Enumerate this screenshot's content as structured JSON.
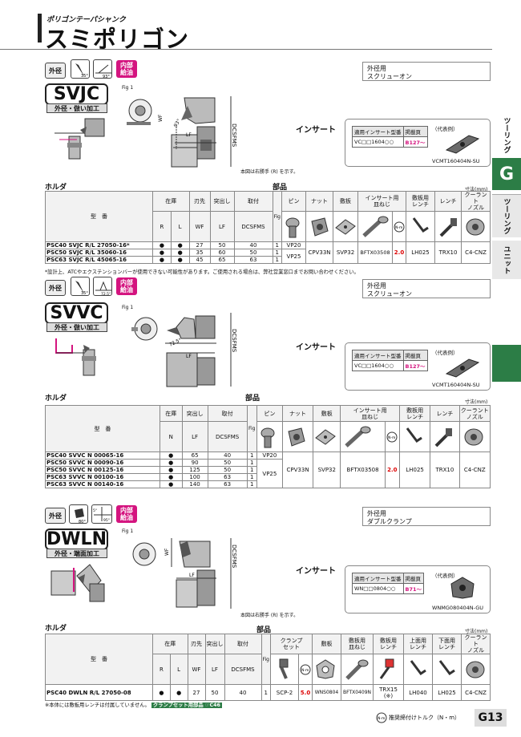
{
  "header": {
    "subtitle": "ポリゴンテーパシャンク",
    "title": "スミポリゴン"
  },
  "sidebar": {
    "tab1": "ツーリング",
    "letter": "G",
    "tab2": "ツーリング",
    "tab3": "ユニット"
  },
  "sections": [
    {
      "code": "SVJC",
      "sub": "外径・倣い加工",
      "chip1": "外径",
      "chip2": "内部\n給油",
      "angle": "35°",
      "approach": "93°",
      "fig": "Fig 1",
      "desc1": "外径用",
      "desc2": "スクリューオン",
      "insert_label": "インサート",
      "ins_h1": "適用インサート型番",
      "ins_h2": "掲載頁",
      "ins_code": "VC□□1604○○",
      "ins_page": "B127～",
      "example": "（代表例）",
      "example_code": "VCMT160404N-SU",
      "note_right": "本図は右勝手 (R) を示す。",
      "dims": {
        "dcsfms": "DCSFMS",
        "wf": "WF",
        "lf": "LF",
        "ang": "93°"
      }
    },
    {
      "code": "SVVC",
      "sub": "外径・倣い加工",
      "chip1": "外径",
      "chip2": "内部\n給油",
      "angle": "35°",
      "approach": "72.5°",
      "fig": "Fig 1",
      "desc1": "外径用",
      "desc2": "スクリューオン",
      "insert_label": "インサート",
      "ins_h1": "適用インサート型番",
      "ins_h2": "掲載頁",
      "ins_code": "VC□□1604○○",
      "ins_page": "B127～",
      "example": "（代表例）",
      "example_code": "VCMT160404N-SU",
      "dims": {
        "dcsfms": "DCSFMS",
        "lf": "LF",
        "ang": "72.5°"
      }
    },
    {
      "code": "DWLN",
      "sub": "外径・端面加工",
      "chip1": "外径",
      "chip2": "内部\n給油",
      "angle": "80°",
      "approach": "95°",
      "approach2": "5°",
      "fig": "Fig 1",
      "desc1": "外径用",
      "desc2": "ダブルクランプ",
      "insert_label": "インサート",
      "ins_h1": "適用インサート型番",
      "ins_h2": "掲載頁",
      "ins_code": "WN□□0804○○",
      "ins_page": "B71～",
      "example": "（代表例）",
      "example_code": "WNMG080404N-GU",
      "note_right": "本図は右勝手 (R) を示す。",
      "dims": {
        "dcsfms": "DCSFMS",
        "wf": "WF",
        "lf": "LF"
      }
    }
  ],
  "table1": {
    "holder": "ホルダ",
    "parts": "部品",
    "unit": "寸法(mm)",
    "h": {
      "model": "型　番",
      "stock": "在庫",
      "r": "R",
      "l": "L",
      "tip": "刃先",
      "tip2": "WF",
      "proj": "突出し",
      "proj2": "LF",
      "mount": "取付",
      "mount2": "DCSFMS",
      "fig": "Fig",
      "pin": "ピン",
      "nut": "ナット",
      "shim": "敷板",
      "screw": "インサート用\n皿ねじ",
      "shimwrench": "敷板用\nレンチ",
      "wrench": "レンチ",
      "coolant": "クーラント\nノズル"
    },
    "rows": [
      {
        "model": "PSC40 SVJC R/L 27050-16*",
        "wf": "27",
        "lf": "50",
        "dc": "40",
        "fig": "1",
        "pin": "VP20"
      },
      {
        "model": "PSC50 SVJC R/L 35060-16",
        "wf": "35",
        "lf": "60",
        "dc": "50",
        "fig": "1"
      },
      {
        "model": "PSC63 SVJC R/L 45065-16",
        "wf": "45",
        "lf": "65",
        "dc": "63",
        "fig": "1"
      }
    ],
    "pin2": "VP25",
    "nut": "CPV33N",
    "shim": "SVP32",
    "screw": "BFTX03508",
    "torque": "2.0",
    "shimwrench": "LH025",
    "wrench": "TRX10",
    "coolant": "C4-CNZ",
    "note": "*設計上、ATCやエクステンションバーが使用できない可能性があります。ご使用される場合は、弊社営業窓口までお問い合わせください。"
  },
  "table2": {
    "holder": "ホルダ",
    "parts": "部品",
    "unit": "寸法(mm)",
    "h": {
      "model": "型　番",
      "stock": "在庫",
      "n": "N",
      "proj": "突出し",
      "proj2": "LF",
      "mount": "取付",
      "mount2": "DCSFMS",
      "fig": "Fig",
      "pin": "ピン",
      "nut": "ナット",
      "shim": "敷板",
      "screw": "インサート用\n皿ねじ",
      "shimwrench": "敷板用\nレンチ",
      "wrench": "レンチ",
      "coolant": "クーラント\nノズル"
    },
    "rows": [
      {
        "model": "PSC40 SVVC N 00065-16",
        "lf": "65",
        "dc": "40",
        "fig": "1",
        "pin": "VP20"
      },
      {
        "model": "PSC50 SVVC N 00090-16",
        "lf": "90",
        "dc": "50",
        "fig": "1"
      },
      {
        "model": "PSC50 SVVC N 00125-16",
        "lf": "125",
        "dc": "50",
        "fig": "1"
      },
      {
        "model": "PSC63 SVVC N 00100-16",
        "lf": "100",
        "dc": "63",
        "fig": "1"
      },
      {
        "model": "PSC63 SVVC N 00140-16",
        "lf": "140",
        "dc": "63",
        "fig": "1"
      }
    ],
    "pin2": "VP25",
    "nut": "CPV33N",
    "shim": "SVP32",
    "screw": "BFTX03508",
    "torque": "2.0",
    "shimwrench": "LH025",
    "wrench": "TRX10",
    "coolant": "C4-CNZ"
  },
  "table3": {
    "holder": "ホルダ",
    "parts": "部品",
    "unit": "寸法(mm)",
    "h": {
      "model": "型　番",
      "stock": "在庫",
      "r": "R",
      "l": "L",
      "tip": "刃先",
      "tip2": "WF",
      "proj": "突出し",
      "proj2": "LF",
      "mount": "取付",
      "mount2": "DCSFMS",
      "fig": "Fig",
      "clamp": "クランプ\nセット",
      "shim": "敷板",
      "shimscrew": "敷板用\n皿ねじ",
      "shimwrench": "敷板用\nレンチ",
      "upwrench": "上面用\nレンチ",
      "downwrench": "下面用\nレンチ",
      "coolant": "クーラント\nノズル"
    },
    "row": {
      "model": "PSC40 DWLN R/L 27050-08",
      "wf": "27",
      "lf": "50",
      "dc": "40",
      "fig": "1",
      "clamp": "SCP-2",
      "torque": "5.0",
      "shim": "WNS0804",
      "shimscrew": "BFTX0409N",
      "shimwrench": "TRX15\n(※)",
      "upwrench": "LH040",
      "downwrench": "LH025",
      "coolant": "C4-CNZ"
    },
    "note": "※本体には敷板用レンチは付属していません。",
    "note_tag": "クランプセット用部品 ☞C46"
  },
  "footer": {
    "torque_icon": "N-m",
    "torque_text": "推奨締付けトルク（N・m）",
    "page": "G13"
  }
}
